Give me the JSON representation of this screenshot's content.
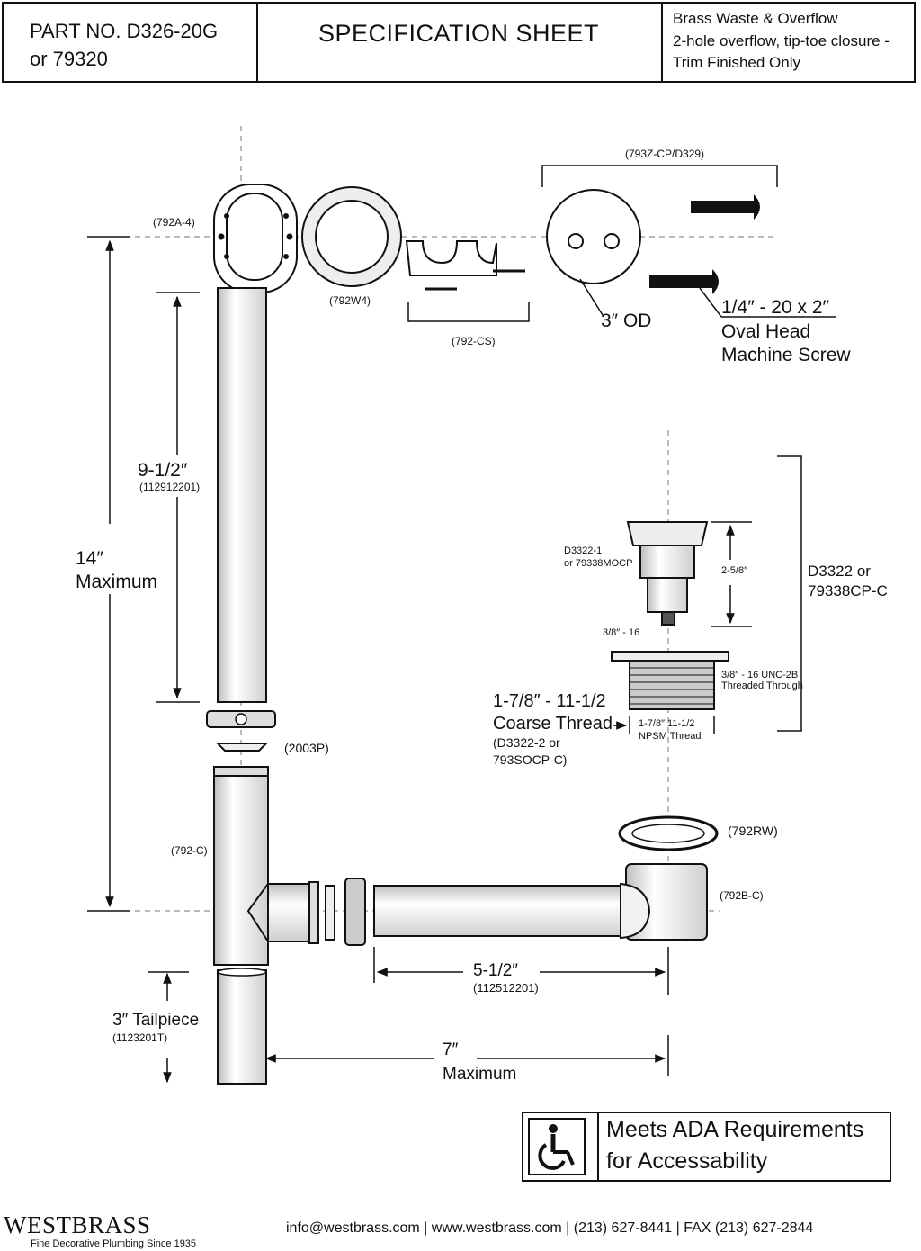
{
  "header": {
    "part_line1": "PART NO.  D326-20G",
    "part_line2": "or 79320",
    "title": "SPECIFICATION SHEET",
    "desc_line1": "Brass Waste & Overflow",
    "desc_line2": "2-hole overflow, tip-toe closure -",
    "desc_line3": "Trim Finished Only"
  },
  "parts": {
    "elbow": "(792A-4)",
    "washer": "(792W4)",
    "clip": "(792-CS)",
    "overflow_plate": "(793Z-CP/D329)",
    "od": "3″ OD",
    "screw_size": "1/4″ - 20 x 2″",
    "screw_type1": "Oval Head",
    "screw_type2": "Machine Screw",
    "stopper1": "D3322-1",
    "stopper2": "or 79338MOCP",
    "stopper_height": "2-5/8″",
    "stopper_thread": "3/8″ - 16",
    "assembly1": "D3322 or",
    "assembly2": "79338CP-C",
    "unc1": "3/8″ - 16 UNC-2B",
    "unc2": "Threaded Through",
    "coarse1": "1-7/8″ - 11-1/2",
    "coarse2": "Coarse Thread",
    "coarse3": "(D3322-2 or",
    "coarse4": "793SOCP-C)",
    "npsm1": "1-7/8″ 11-1/2",
    "npsm2": "NPSM Thread",
    "gasket": "(2003P)",
    "tee": "(792-C)",
    "rubber_washer": "(792RW)",
    "shoe": "(792B-C)"
  },
  "dimensions": {
    "overflow_len": "9-1/2″",
    "overflow_part": "(112912201)",
    "max_height1": "14″",
    "max_height2": "Maximum",
    "tube_len": "5-1/2″",
    "tube_part": "(112512201)",
    "tail_len": "3″ Tailpiece",
    "tail_part": "(1123201T)",
    "max_width1": "7″",
    "max_width2": "Maximum"
  },
  "ada": {
    "line1": "Meets  ADA Requirements",
    "line2": "for Accessability"
  },
  "footer": {
    "brand": "WESTBRASS",
    "tagline": "Fine Decorative Plumbing Since 1935",
    "contact": "info@westbrass.com |  www.westbrass.com     |   (213) 627-8441    |   FAX (213) 627-2844"
  }
}
